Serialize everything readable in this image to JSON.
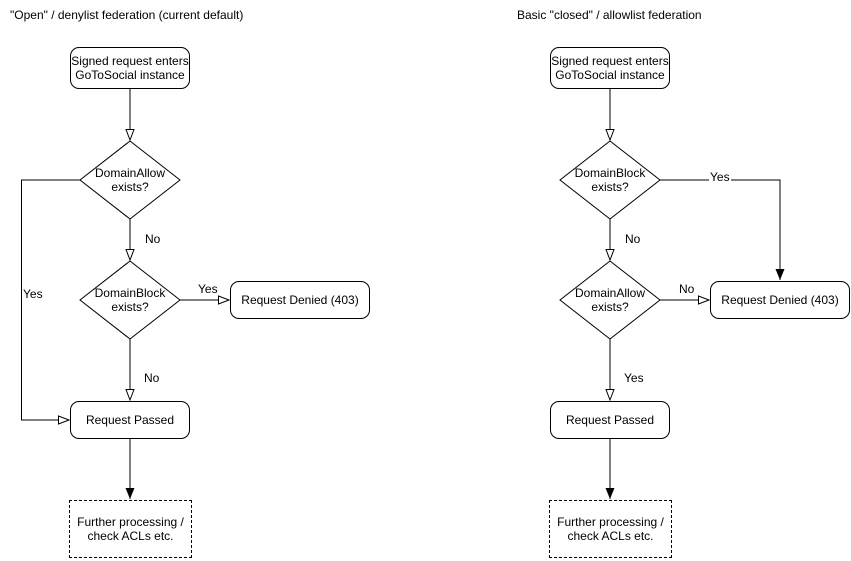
{
  "left": {
    "title": "\"Open\" / denylist federation (current default)",
    "entry": "Signed request enters\nGoToSocial instance",
    "allow_check": "DomainAllow\nexists?",
    "block_check": "DomainBlock\nexists?",
    "denied": "Request Denied (403)",
    "passed": "Request Passed",
    "further": "Further processing /\ncheck ACLs etc.",
    "labels": {
      "allow_no": "No",
      "allow_yes": "Yes",
      "block_yes": "Yes",
      "block_no": "No"
    }
  },
  "right": {
    "title": "Basic \"closed\" / allowlist federation",
    "entry": "Signed request enters\nGoToSocial instance",
    "block_check": "DomainBlock\nexists?",
    "allow_check": "DomainAllow\nexists?",
    "denied": "Request Denied (403)",
    "passed": "Request Passed",
    "further": "Further processing /\ncheck ACLs etc.",
    "labels": {
      "block_yes": "Yes",
      "block_no": "No",
      "allow_no": "No",
      "allow_yes": "Yes"
    }
  },
  "colors": {
    "stroke": "#000000",
    "node_fill": "#ffffff",
    "background": "#ffffff"
  }
}
